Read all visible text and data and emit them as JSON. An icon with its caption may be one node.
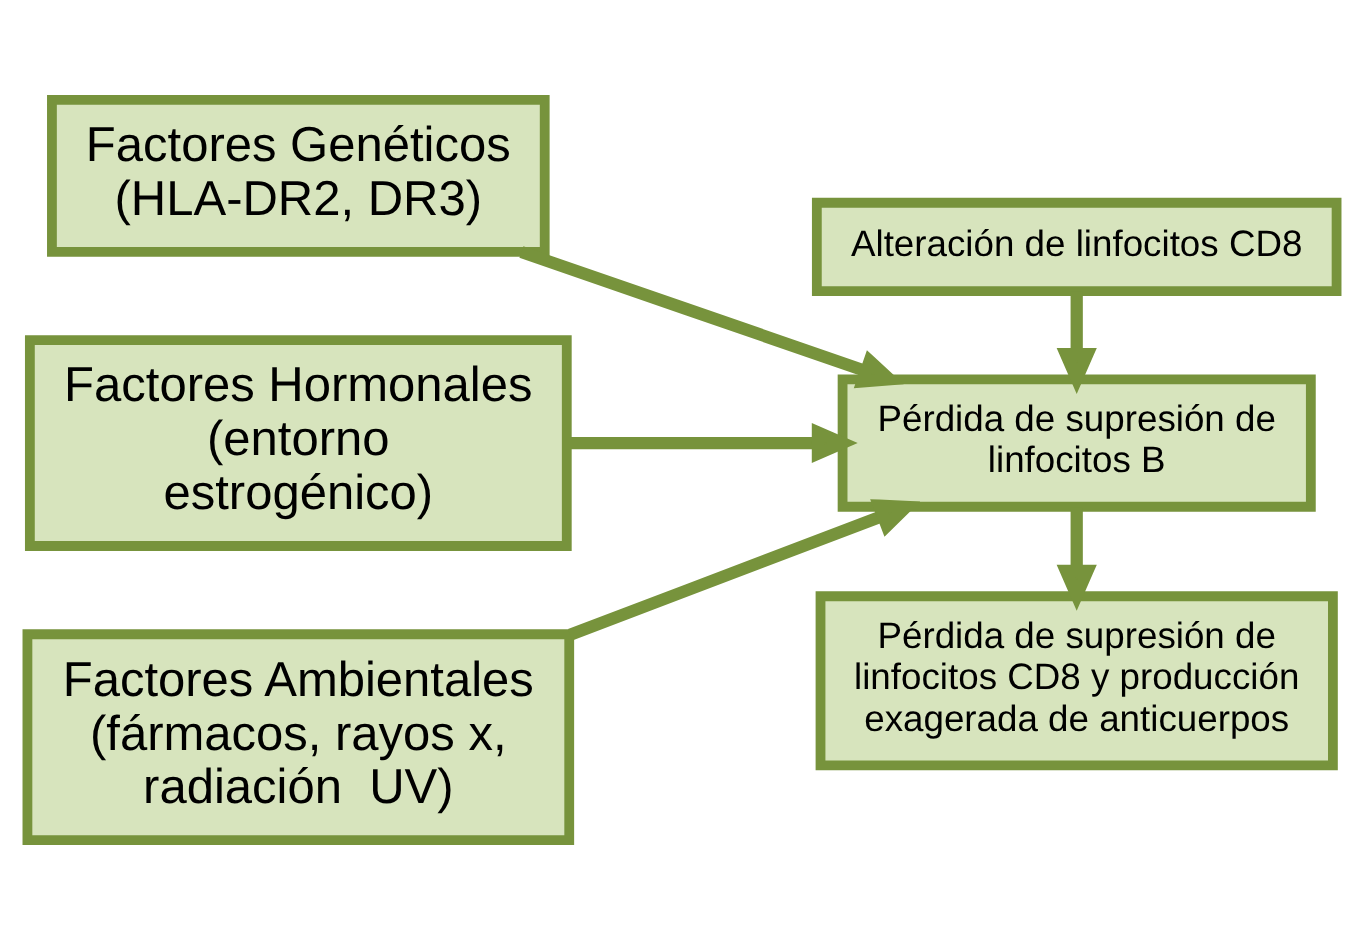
{
  "diagram": {
    "nodes": [
      {
        "text": [
          "Factores Genéticos",
          "(HLA-DR2, DR3)"
        ]
      },
      {
        "text": [
          "Factores Hormonales",
          "(entorno estrogénico)"
        ]
      },
      {
        "text": [
          "Factores Ambientales",
          "(fármacos, rayos x, radiación  UV)"
        ]
      },
      {
        "text": [
          "Alteración de linfocitos CD8"
        ]
      },
      {
        "text": [
          "Pérdida de supresión de linfocitos B"
        ]
      },
      {
        "text": [
          "Pérdida de supresión de linfocitos CD8 y producción exagerada de anticuerpos"
        ]
      }
    ],
    "edges": [
      {
        "from": 0,
        "to": 4,
        "arrow": "to"
      },
      {
        "from": 1,
        "to": 4,
        "arrow": "to"
      },
      {
        "from": 2,
        "to": 4,
        "arrow": "to"
      },
      {
        "from": 3,
        "to": 4,
        "arrow": "to"
      },
      {
        "from": 4,
        "to": 5,
        "arrow": "to"
      }
    ]
  }
}
